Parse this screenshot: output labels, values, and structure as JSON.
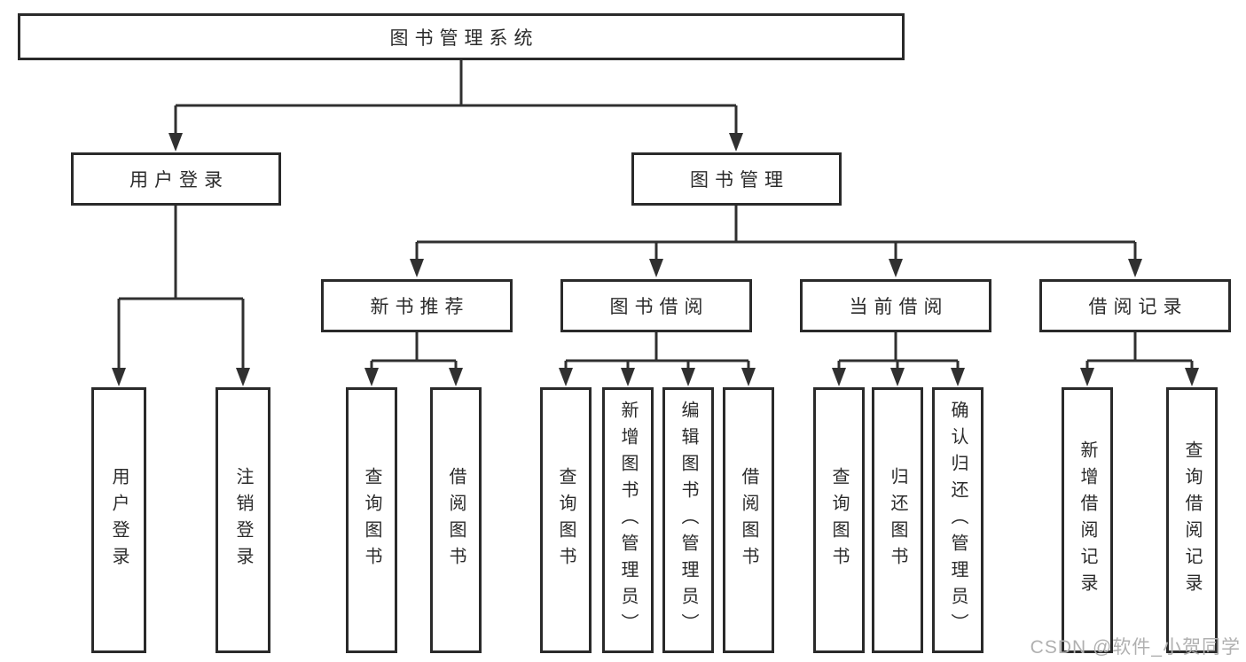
{
  "tree": {
    "label": "图书管理系统",
    "children": [
      {
        "label": "用户登录",
        "children": [
          {
            "label": "用户登录"
          },
          {
            "label": "注销登录"
          }
        ]
      },
      {
        "label": "图书管理",
        "children": [
          {
            "label": "新书推荐",
            "children": [
              {
                "label": "查询图书"
              },
              {
                "label": "借阅图书"
              }
            ]
          },
          {
            "label": "图书借阅",
            "children": [
              {
                "label": "查询图书"
              },
              {
                "label": "新增图书（管理员）"
              },
              {
                "label": "编辑图书（管理员）"
              },
              {
                "label": "借阅图书"
              }
            ]
          },
          {
            "label": "当前借阅",
            "children": [
              {
                "label": "查询图书"
              },
              {
                "label": "归还图书"
              },
              {
                "label": "确认归还（管理员）"
              }
            ]
          },
          {
            "label": "借阅记录",
            "children": [
              {
                "label": "新增借阅记录"
              },
              {
                "label": "查询借阅记录"
              }
            ]
          }
        ]
      }
    ]
  },
  "watermark": {
    "text": "CSDN @软件_小贺同学"
  },
  "colors": {
    "line": "#303030",
    "box_border": "#2a2a2a",
    "text": "#2b2b2b",
    "watermark": "#b0b0b0",
    "background": "#ffffff"
  }
}
